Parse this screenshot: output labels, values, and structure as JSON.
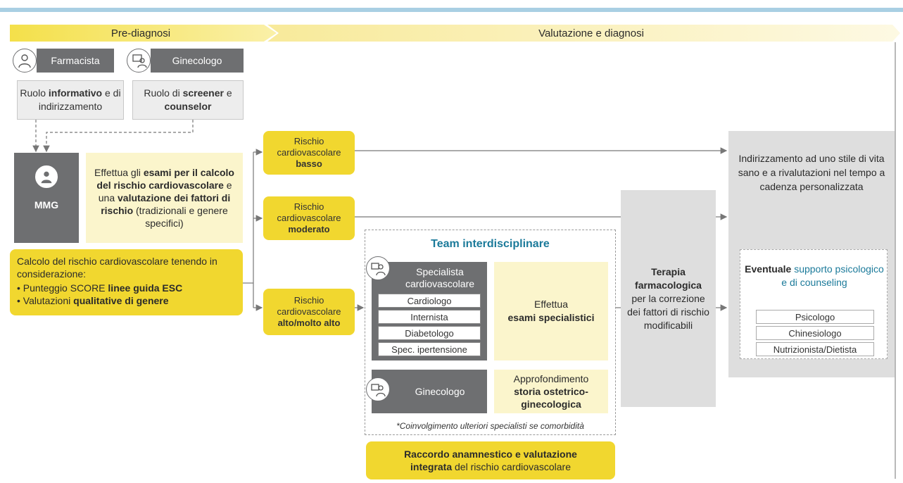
{
  "phases": {
    "pre_diagnosis": "Pre-diagnosi",
    "evaluation": "Valutazione e diagnosi"
  },
  "roles": {
    "farmacista": "Farmacista",
    "ginecologo": "Ginecologo",
    "farmacista_role_pre": "Ruolo ",
    "farmacista_role_bold": "informativo",
    "farmacista_role_post": " e di indirizzamento",
    "ginecologo_role_pre": "Ruolo di ",
    "ginecologo_role_bold1": "screener",
    "ginecologo_role_mid": " e ",
    "ginecologo_role_bold2": "counselor"
  },
  "mmg": {
    "label": "MMG",
    "desc_1": "Effettua gli ",
    "desc_2": "esami per il calcolo del rischio cardiovascolare",
    "desc_3": " e una ",
    "desc_4": "valutazione dei fattori di rischio",
    "desc_5": " (tradizionali e genere specifici)"
  },
  "calc": {
    "intro": "Calcolo del rischio cardiovascolare tenendo in considerazione:",
    "b1_pre": "• Punteggio SCORE ",
    "b1_bold": "linee guida ESC",
    "b2_pre": "• Valutazioni ",
    "b2_bold": "qualitative di genere"
  },
  "risks": {
    "low_1": "Rischio cardiovascolare",
    "low_2": "basso",
    "mod_1": "Rischio cardiovascolare",
    "mod_2": "moderato",
    "high_1": "Rischio cardiovascolare",
    "high_2": "alto/molto alto"
  },
  "team": {
    "title": "Team interdisciplinare",
    "specialist": "Specialista cardiovascolare",
    "specialists": [
      "Cardiologo",
      "Internista",
      "Diabetologo",
      "Spec. ipertensione"
    ],
    "exams_pre": "Effettua ",
    "exams_bold": "esami specialistici",
    "gyn": "Ginecologo",
    "gyn_desc_pre": "Approfondimento ",
    "gyn_desc_bold": "storia ostetrico-ginecologica",
    "note": "*Coinvolgimento ulteriori specialisti se comorbidità"
  },
  "raccordo": {
    "bold1": "Raccordo anamnestico e valutazione",
    "bold2": "integrata",
    "post": " del rischio cardiovascolare"
  },
  "therapy": {
    "bold": "Terapia farmacologica",
    "post": "per la correzione dei fattori di rischio modificabili"
  },
  "lifestyle": "Indirizzamento ad uno stile di vita sano e a rivalutazioni nel tempo a cadenza personalizzata",
  "support": {
    "pre": "Eventuale ",
    "teal": "supporto psicologico e di counseling",
    "items": [
      "Psicologo",
      "Chinesiologo",
      "Nutrizionista/Dietista"
    ]
  },
  "colors": {
    "yellow": "#f1d72f",
    "lightYellow": "#fbf5cc",
    "darkGrey": "#6e6f71",
    "teal": "#1b7a9a",
    "topbar": "#a9cfe3"
  }
}
